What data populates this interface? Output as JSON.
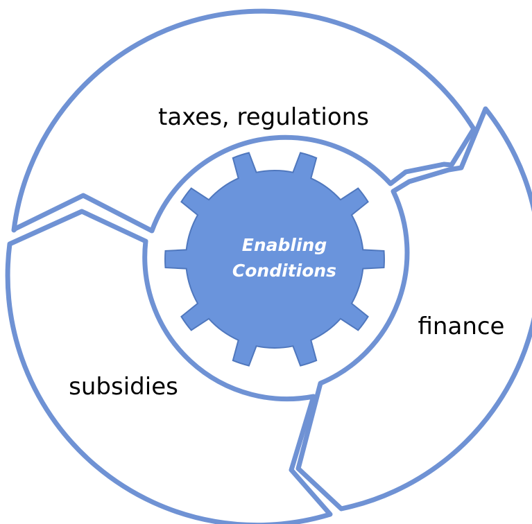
{
  "segments": [
    {
      "id": "top",
      "label": "taxes, regulations"
    },
    {
      "id": "right",
      "label": "finance"
    },
    {
      "id": "left",
      "label": "subsidies"
    }
  ],
  "gear": {
    "line1": "Enabling",
    "line2": "Conditions"
  },
  "colors": {
    "segment_stroke": "#6f92d4",
    "gear_fill": "#6a94dc",
    "gear_text": "#ffffff",
    "label_text": "#000000"
  }
}
